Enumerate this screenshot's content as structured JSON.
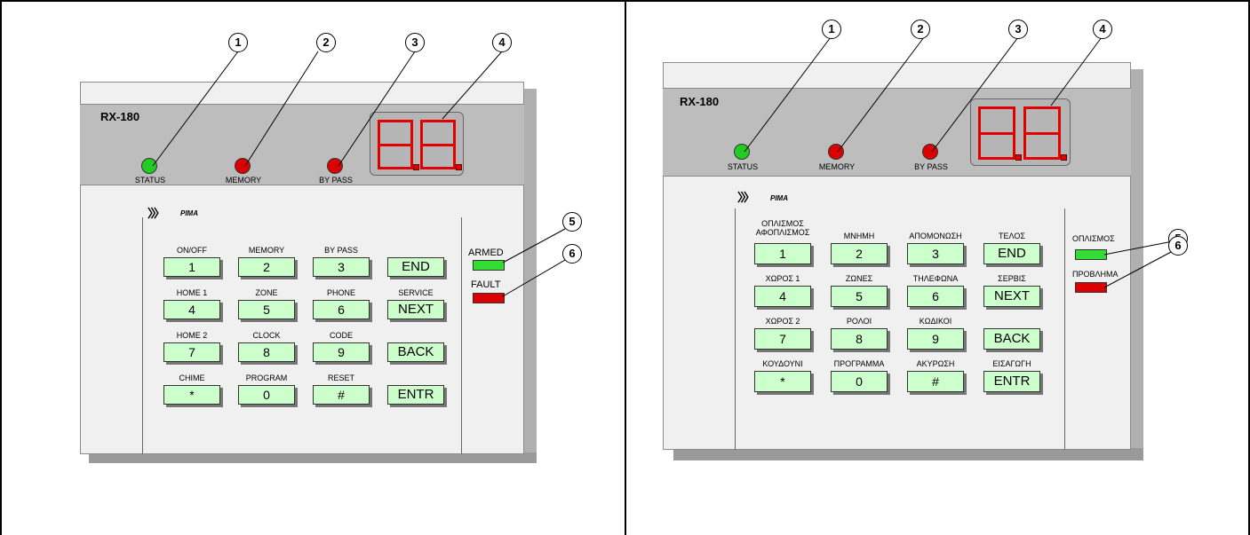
{
  "left": {
    "model": "RX-180",
    "brand": "PIMA",
    "logo_glyph": "〉〉〉",
    "indicators": [
      "STATUS",
      "MEMORY",
      "BY PASS"
    ],
    "keys": [
      {
        "label": "ON/OFF",
        "key": "1"
      },
      {
        "label": "MEMORY",
        "key": "2"
      },
      {
        "label": "BY PASS",
        "key": "3"
      },
      {
        "label": "",
        "key": "END"
      },
      {
        "label": "HOME 1",
        "key": "4"
      },
      {
        "label": "ZONE",
        "key": "5"
      },
      {
        "label": "PHONE",
        "key": "6"
      },
      {
        "label": "SERVICE",
        "key": "NEXT"
      },
      {
        "label": "HOME 2",
        "key": "7"
      },
      {
        "label": "CLOCK",
        "key": "8"
      },
      {
        "label": "CODE",
        "key": "9"
      },
      {
        "label": "",
        "key": "BACK"
      },
      {
        "label": "CHIME",
        "key": "*"
      },
      {
        "label": "PROGRAM",
        "key": "0"
      },
      {
        "label": "RESET",
        "key": "#"
      },
      {
        "label": "",
        "key": "ENTR"
      }
    ],
    "side": [
      "ARMED",
      "FAULT"
    ]
  },
  "right": {
    "model": "RX-180",
    "brand": "PIMA",
    "logo_glyph": "〉〉〉",
    "indicators": [
      "STATUS",
      "MEMORY",
      "BY PASS"
    ],
    "keys": [
      {
        "label": "ΟΠΛΙΣΜΟΣ ΑΦΟΠΛΙΣΜΟΣ",
        "key": "1"
      },
      {
        "label": "ΜΝΗΜΗ",
        "key": "2"
      },
      {
        "label": "ΑΠΟΜΟΝΩΣΗ",
        "key": "3"
      },
      {
        "label": "ΤΕΛΟΣ",
        "key": "END"
      },
      {
        "label": "ΧΩΡΟΣ 1",
        "key": "4"
      },
      {
        "label": "ΖΩΝΕΣ",
        "key": "5"
      },
      {
        "label": "ΤΗΛΕΦΩΝΑ",
        "key": "6"
      },
      {
        "label": "ΣΕΡΒΙΣ",
        "key": "NEXT"
      },
      {
        "label": "ΧΩΡΟΣ 2",
        "key": "7"
      },
      {
        "label": "ΡΟΛΟΙ",
        "key": "8"
      },
      {
        "label": "ΚΩΔΙΚΟΙ",
        "key": "9"
      },
      {
        "label": "",
        "key": "BACK"
      },
      {
        "label": "ΚΟΥΔΟΥΝΙ",
        "key": "*"
      },
      {
        "label": "ΠΡΟΓΡΑΜΜΑ",
        "key": "0"
      },
      {
        "label": "ΑΚΥΡΩΣΗ",
        "key": "#"
      },
      {
        "label": "ΕΙΣΑΓΩΓΗ",
        "key": "ENTR"
      }
    ],
    "side": [
      "ΟΠΛΙΣΜΟΣ",
      "ΠΡΟΒΛΗΜΑ"
    ]
  },
  "callouts": [
    "1",
    "2",
    "3",
    "4",
    "5",
    "6"
  ],
  "colors": {
    "status_led": "#22cc22",
    "alarm_led": "#dd0000",
    "key_fill": "#ccffcc",
    "armed_bar": "#33dd33",
    "fault_bar": "#dd0000",
    "segment": "#e00000"
  }
}
